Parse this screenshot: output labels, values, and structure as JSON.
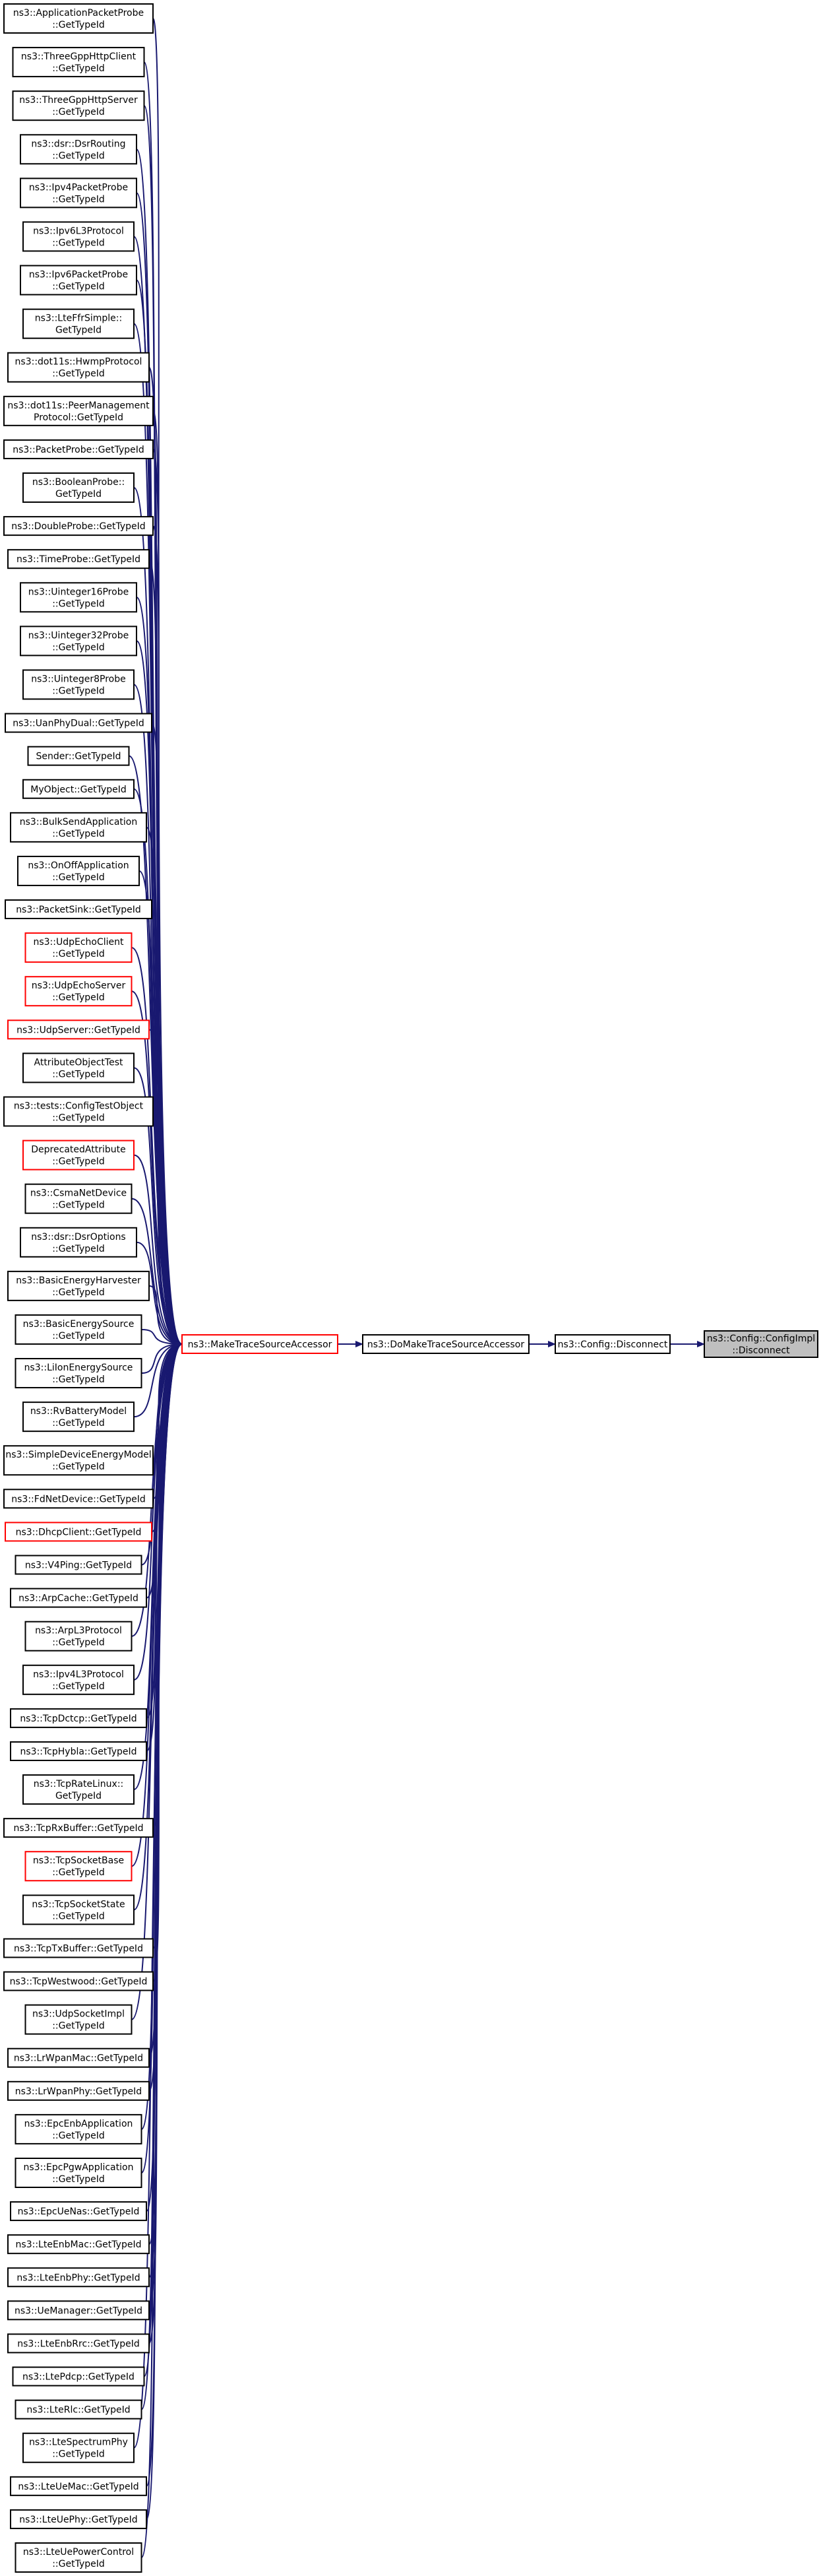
{
  "colors": {
    "edge": "#191970",
    "node_border": "#000000",
    "node_border_undocumented": "#ff0000",
    "node_fill": "#ffffff",
    "highlight_fill": "#bfbfbf"
  },
  "nodes": {
    "disconnect": {
      "lines": [
        "ns3::Config::ConfigImpl",
        "::Disconnect"
      ],
      "style": "highlight"
    },
    "config_disconnect": {
      "lines": [
        "ns3::Config::Disconnect"
      ],
      "style": "normal"
    },
    "do_make": {
      "lines": [
        "ns3::DoMakeTraceSourceAccessor"
      ],
      "style": "normal"
    },
    "make": {
      "lines": [
        "ns3::MakeTraceSourceAccessor"
      ],
      "style": "red"
    }
  },
  "callers": [
    {
      "lines": [
        "ns3::ApplicationPacketProbe",
        "::GetTypeId"
      ],
      "style": "normal"
    },
    {
      "lines": [
        "ns3::ThreeGppHttpClient",
        "::GetTypeId"
      ],
      "style": "normal"
    },
    {
      "lines": [
        "ns3::ThreeGppHttpServer",
        "::GetTypeId"
      ],
      "style": "normal"
    },
    {
      "lines": [
        "ns3::dsr::DsrRouting",
        "::GetTypeId"
      ],
      "style": "normal"
    },
    {
      "lines": [
        "ns3::Ipv4PacketProbe",
        "::GetTypeId"
      ],
      "style": "normal"
    },
    {
      "lines": [
        "ns3::Ipv6L3Protocol",
        "::GetTypeId"
      ],
      "style": "normal"
    },
    {
      "lines": [
        "ns3::Ipv6PacketProbe",
        "::GetTypeId"
      ],
      "style": "normal"
    },
    {
      "lines": [
        "ns3::LteFfrSimple::",
        "GetTypeId"
      ],
      "style": "normal"
    },
    {
      "lines": [
        "ns3::dot11s::HwmpProtocol",
        "::GetTypeId"
      ],
      "style": "normal"
    },
    {
      "lines": [
        "ns3::dot11s::PeerManagement",
        "Protocol::GetTypeId"
      ],
      "style": "normal"
    },
    {
      "lines": [
        "ns3::PacketProbe::GetTypeId"
      ],
      "style": "normal"
    },
    {
      "lines": [
        "ns3::BooleanProbe::",
        "GetTypeId"
      ],
      "style": "normal"
    },
    {
      "lines": [
        "ns3::DoubleProbe::GetTypeId"
      ],
      "style": "normal"
    },
    {
      "lines": [
        "ns3::TimeProbe::GetTypeId"
      ],
      "style": "normal"
    },
    {
      "lines": [
        "ns3::Uinteger16Probe",
        "::GetTypeId"
      ],
      "style": "normal"
    },
    {
      "lines": [
        "ns3::Uinteger32Probe",
        "::GetTypeId"
      ],
      "style": "normal"
    },
    {
      "lines": [
        "ns3::Uinteger8Probe",
        "::GetTypeId"
      ],
      "style": "normal"
    },
    {
      "lines": [
        "ns3::UanPhyDual::GetTypeId"
      ],
      "style": "normal"
    },
    {
      "lines": [
        "Sender::GetTypeId"
      ],
      "style": "normal"
    },
    {
      "lines": [
        "MyObject::GetTypeId"
      ],
      "style": "normal"
    },
    {
      "lines": [
        "ns3::BulkSendApplication",
        "::GetTypeId"
      ],
      "style": "normal"
    },
    {
      "lines": [
        "ns3::OnOffApplication",
        "::GetTypeId"
      ],
      "style": "normal"
    },
    {
      "lines": [
        "ns3::PacketSink::GetTypeId"
      ],
      "style": "normal"
    },
    {
      "lines": [
        "ns3::UdpEchoClient",
        "::GetTypeId"
      ],
      "style": "red"
    },
    {
      "lines": [
        "ns3::UdpEchoServer",
        "::GetTypeId"
      ],
      "style": "red"
    },
    {
      "lines": [
        "ns3::UdpServer::GetTypeId"
      ],
      "style": "red"
    },
    {
      "lines": [
        "AttributeObjectTest",
        "::GetTypeId"
      ],
      "style": "normal"
    },
    {
      "lines": [
        "ns3::tests::ConfigTestObject",
        "::GetTypeId"
      ],
      "style": "normal"
    },
    {
      "lines": [
        "DeprecatedAttribute",
        "::GetTypeId"
      ],
      "style": "red"
    },
    {
      "lines": [
        "ns3::CsmaNetDevice",
        "::GetTypeId"
      ],
      "style": "normal"
    },
    {
      "lines": [
        "ns3::dsr::DsrOptions",
        "::GetTypeId"
      ],
      "style": "normal"
    },
    {
      "lines": [
        "ns3::BasicEnergyHarvester",
        "::GetTypeId"
      ],
      "style": "normal"
    },
    {
      "lines": [
        "ns3::BasicEnergySource",
        "::GetTypeId"
      ],
      "style": "normal"
    },
    {
      "lines": [
        "ns3::LiIonEnergySource",
        "::GetTypeId"
      ],
      "style": "normal"
    },
    {
      "lines": [
        "ns3::RvBatteryModel",
        "::GetTypeId"
      ],
      "style": "normal"
    },
    {
      "lines": [
        "ns3::SimpleDeviceEnergyModel",
        "::GetTypeId"
      ],
      "style": "normal"
    },
    {
      "lines": [
        "ns3::FdNetDevice::GetTypeId"
      ],
      "style": "normal"
    },
    {
      "lines": [
        "ns3::DhcpClient::GetTypeId"
      ],
      "style": "red"
    },
    {
      "lines": [
        "ns3::V4Ping::GetTypeId"
      ],
      "style": "normal"
    },
    {
      "lines": [
        "ns3::ArpCache::GetTypeId"
      ],
      "style": "normal"
    },
    {
      "lines": [
        "ns3::ArpL3Protocol",
        "::GetTypeId"
      ],
      "style": "normal"
    },
    {
      "lines": [
        "ns3::Ipv4L3Protocol",
        "::GetTypeId"
      ],
      "style": "normal"
    },
    {
      "lines": [
        "ns3::TcpDctcp::GetTypeId"
      ],
      "style": "normal"
    },
    {
      "lines": [
        "ns3::TcpHybla::GetTypeId"
      ],
      "style": "normal"
    },
    {
      "lines": [
        "ns3::TcpRateLinux::",
        "GetTypeId"
      ],
      "style": "normal"
    },
    {
      "lines": [
        "ns3::TcpRxBuffer::GetTypeId"
      ],
      "style": "normal"
    },
    {
      "lines": [
        "ns3::TcpSocketBase",
        "::GetTypeId"
      ],
      "style": "red"
    },
    {
      "lines": [
        "ns3::TcpSocketState",
        "::GetTypeId"
      ],
      "style": "normal"
    },
    {
      "lines": [
        "ns3::TcpTxBuffer::GetTypeId"
      ],
      "style": "normal"
    },
    {
      "lines": [
        "ns3::TcpWestwood::GetTypeId"
      ],
      "style": "normal"
    },
    {
      "lines": [
        "ns3::UdpSocketImpl",
        "::GetTypeId"
      ],
      "style": "normal"
    },
    {
      "lines": [
        "ns3::LrWpanMac::GetTypeId"
      ],
      "style": "normal"
    },
    {
      "lines": [
        "ns3::LrWpanPhy::GetTypeId"
      ],
      "style": "normal"
    },
    {
      "lines": [
        "ns3::EpcEnbApplication",
        "::GetTypeId"
      ],
      "style": "normal"
    },
    {
      "lines": [
        "ns3::EpcPgwApplication",
        "::GetTypeId"
      ],
      "style": "normal"
    },
    {
      "lines": [
        "ns3::EpcUeNas::GetTypeId"
      ],
      "style": "normal"
    },
    {
      "lines": [
        "ns3::LteEnbMac::GetTypeId"
      ],
      "style": "normal"
    },
    {
      "lines": [
        "ns3::LteEnbPhy::GetTypeId"
      ],
      "style": "normal"
    },
    {
      "lines": [
        "ns3::UeManager::GetTypeId"
      ],
      "style": "normal"
    },
    {
      "lines": [
        "ns3::LteEnbRrc::GetTypeId"
      ],
      "style": "normal"
    },
    {
      "lines": [
        "ns3::LtePdcp::GetTypeId"
      ],
      "style": "normal"
    },
    {
      "lines": [
        "ns3::LteRlc::GetTypeId"
      ],
      "style": "normal"
    },
    {
      "lines": [
        "ns3::LteSpectrumPhy",
        "::GetTypeId"
      ],
      "style": "normal"
    },
    {
      "lines": [
        "ns3::LteUeMac::GetTypeId"
      ],
      "style": "normal"
    },
    {
      "lines": [
        "ns3::LteUePhy::GetTypeId"
      ],
      "style": "normal"
    },
    {
      "lines": [
        "ns3::LteUePowerControl",
        "::GetTypeId"
      ],
      "style": "normal"
    }
  ]
}
